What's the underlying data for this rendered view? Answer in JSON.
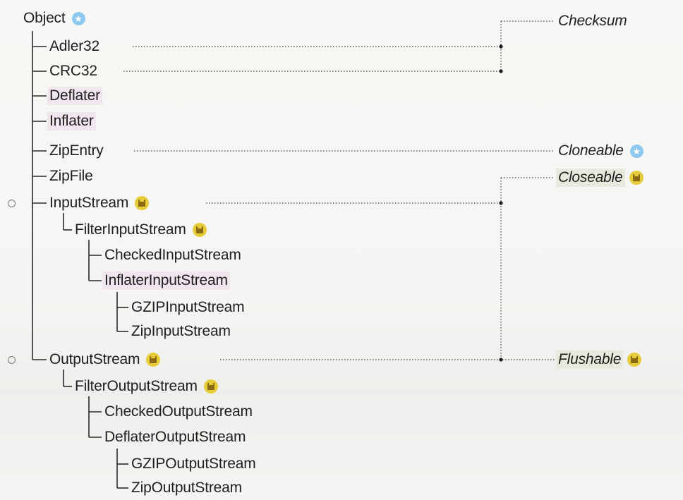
{
  "root": {
    "label": "Object",
    "badge": "cloneable-star-icon"
  },
  "classes": {
    "adler32": "Adler32",
    "crc32": "CRC32",
    "deflater": "Deflater",
    "inflater": "Inflater",
    "zipentry": "ZipEntry",
    "zipfile": "ZipFile",
    "inputstream": "InputStream",
    "filterinputstream": "FilterInputStream",
    "checkedinputstream": "CheckedInputStream",
    "inflaterinputstream": "InflaterInputStream",
    "gzipinputstream": "GZIPInputStream",
    "zipinputstream": "ZipInputStream",
    "outputstream": "OutputStream",
    "filteroutputstream": "FilterOutputStream",
    "checkedoutputstream": "CheckedOutputStream",
    "deflateroutputstream": "DeflaterOutputStream",
    "gzipoutputstream": "GZIPOutputStream",
    "zipoutputstream": "ZipOutputStream"
  },
  "interfaces": {
    "checksum": "Checksum",
    "cloneable": "Cloneable",
    "closeable": "Closeable",
    "flushable": "Flushable"
  },
  "colors": {
    "line": "#2a2a2a",
    "dotted": "#555555",
    "cloneable_badge": "#8ec8ee",
    "closeable_badge": "#e7cc3a",
    "class_highlight": "#f2e6ee"
  }
}
